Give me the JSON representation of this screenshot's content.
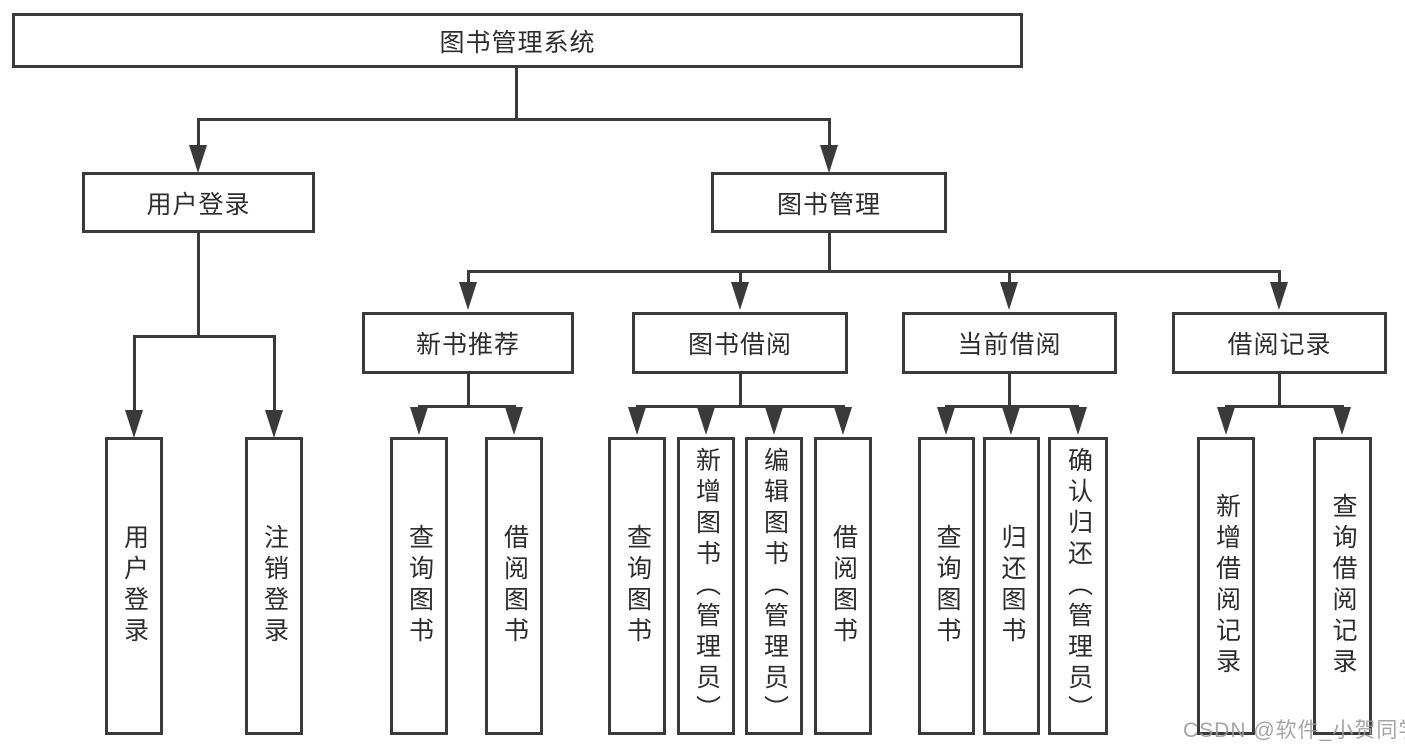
{
  "diagram": {
    "root": {
      "label": "图书管理系统",
      "children": [
        {
          "label": "用户登录",
          "children": [
            {
              "label": "用户登录"
            },
            {
              "label": "注销登录"
            }
          ]
        },
        {
          "label": "图书管理",
          "children": [
            {
              "label": "新书推荐",
              "children": [
                {
                  "label": "查询图书"
                },
                {
                  "label": "借阅图书"
                }
              ]
            },
            {
              "label": "图书借阅",
              "children": [
                {
                  "label": "查询图书"
                },
                {
                  "label": "新增图书（管理员）"
                },
                {
                  "label": "编辑图书（管理员）"
                },
                {
                  "label": "借阅图书"
                }
              ]
            },
            {
              "label": "当前借阅",
              "children": [
                {
                  "label": "查询图书"
                },
                {
                  "label": "归还图书"
                },
                {
                  "label": "确认归还（管理员）"
                }
              ]
            },
            {
              "label": "借阅记录",
              "children": [
                {
                  "label": "新增借阅记录"
                },
                {
                  "label": "查询借阅记录"
                }
              ]
            }
          ]
        }
      ]
    },
    "watermark": "CSDN @软件_小贺同学",
    "colors": {
      "line": "#3a3a3a",
      "box_fill": "#ffffff",
      "text": "#2d2d2d",
      "watermark": "#9b9b9b"
    }
  }
}
